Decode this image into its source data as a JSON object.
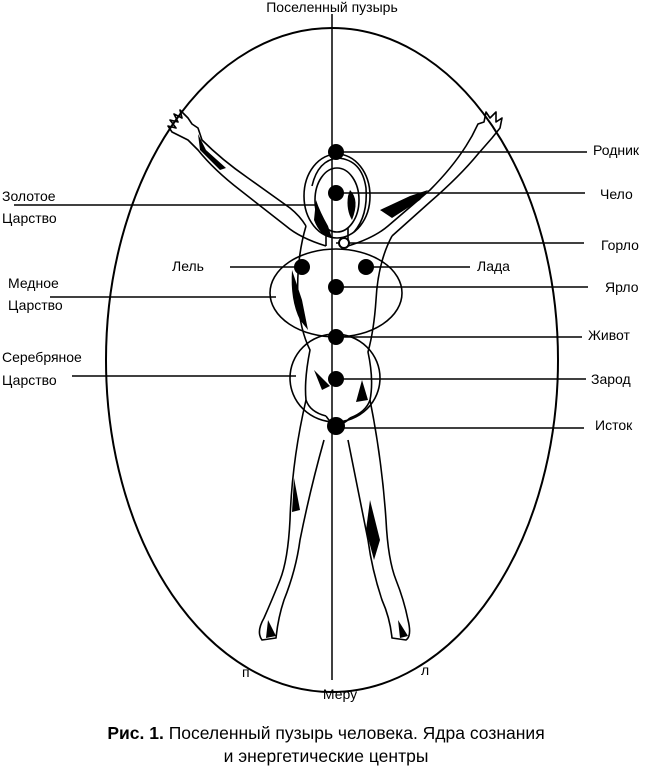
{
  "title_top": "Поселенный пузырь",
  "bottom_label": "Меру",
  "left_mark": "п",
  "right_mark": "л",
  "centers_right": {
    "rodnik": "Родник",
    "chelo": "Чело",
    "gorlo": "Горло",
    "lada": "Лада",
    "yarlo": "Ярло",
    "zhivot": "Живот",
    "zarod": "Зарод",
    "istok": "Исток"
  },
  "centers_left": {
    "lel": "Лель",
    "zolotoe_1": "Золотое",
    "zolotoe_2": "Царство",
    "mednoe_1": "Медное",
    "mednoe_2": "Царство",
    "serebr_1": "Серебряное",
    "serebr_2": "Царство"
  },
  "caption": {
    "bold": "Рис. 1.",
    "line1": "Поселенный пузырь человека. Ядра сознания",
    "line2": "и энергетические центры"
  }
}
